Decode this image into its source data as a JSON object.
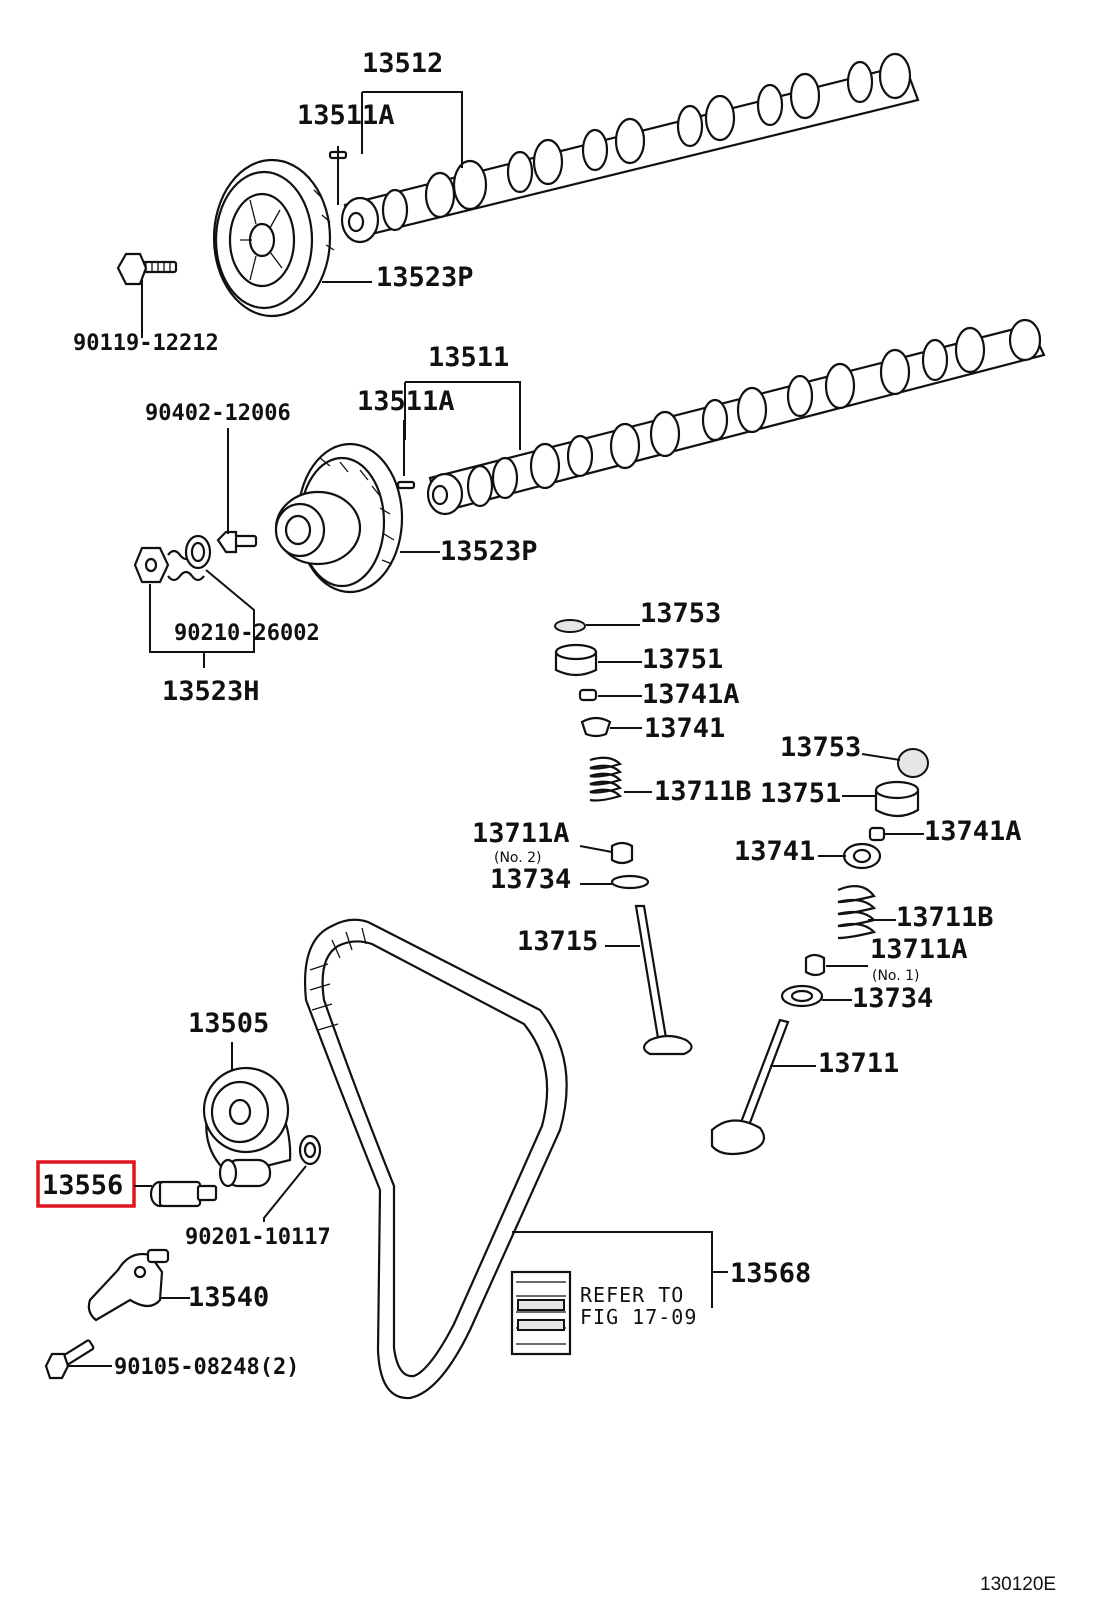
{
  "callouts": {
    "c13512": "13512",
    "c13511A_top": "13511A",
    "c13523P_top": "13523P",
    "c90119": "90119-12212",
    "c13511": "13511",
    "c13511A_mid": "13511A",
    "c90402": "90402-12006",
    "c13523P_mid": "13523P",
    "c90210": "90210-26002",
    "c13523H": "13523H",
    "c13753_a": "13753",
    "c13751_a": "13751",
    "c13741A_a": "13741A",
    "c13741_a": "13741",
    "c13711B_a": "13711B",
    "c13711A_a": "13711A",
    "c13711A_a_note": "(No. 2)",
    "c13734_a": "13734",
    "c13715": "13715",
    "c13753_b": "13753",
    "c13751_b": "13751",
    "c13741A_b": "13741A",
    "c13741_b": "13741",
    "c13711B_b": "13711B",
    "c13711A_b": "13711A",
    "c13711A_b_note": "(No. 1)",
    "c13734_b": "13734",
    "c13711": "13711",
    "c13505": "13505",
    "c13556": "13556",
    "c90201": "90201-10117",
    "c13540": "13540",
    "c90105": "90105-08248(2)",
    "c13568": "13568"
  },
  "refer": {
    "line1": "REFER TO",
    "line2": "FIG 17-09"
  },
  "figure_id": "130120E",
  "highlight_color": "#e0141e"
}
